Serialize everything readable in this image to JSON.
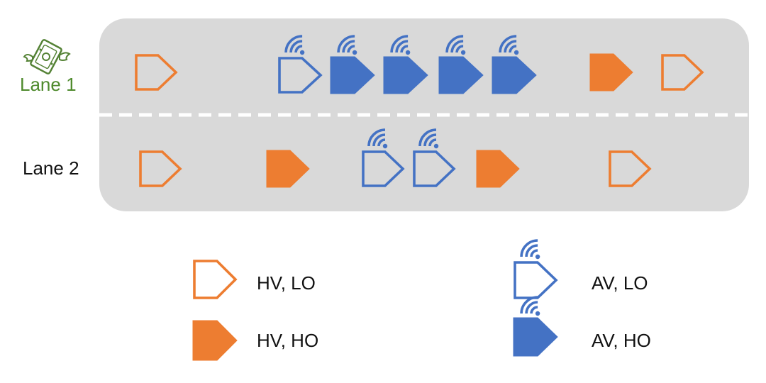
{
  "colors": {
    "road": "#d9d9d9",
    "divider": "#ffffff",
    "hv": "#ed7d31",
    "av": "#4472c4",
    "toll_icon": "#548235",
    "lane1_text": "#4e8a2c",
    "text": "#111111"
  },
  "icons": {
    "toll": "money-with-wings-icon",
    "connectivity": "wifi-signal-icon"
  },
  "lanes": [
    {
      "label": "Lane 1",
      "has_toll_icon": true,
      "vehicles": [
        "HV-LO",
        "AV-LO",
        "AV-HO",
        "AV-HO",
        "AV-HO",
        "AV-HO",
        "HV-HO",
        "HV-LO"
      ]
    },
    {
      "label": "Lane 2",
      "has_toll_icon": false,
      "vehicles": [
        "HV-LO",
        "HV-HO",
        "AV-LO",
        "AV-LO",
        "HV-HO",
        "HV-LO"
      ]
    }
  ],
  "legend": [
    {
      "type": "HV-LO",
      "label": "HV, LO"
    },
    {
      "type": "HV-HO",
      "label": "HV, HO"
    },
    {
      "type": "AV-LO",
      "label": "AV, LO"
    },
    {
      "type": "AV-HO",
      "label": "AV, HO"
    }
  ]
}
